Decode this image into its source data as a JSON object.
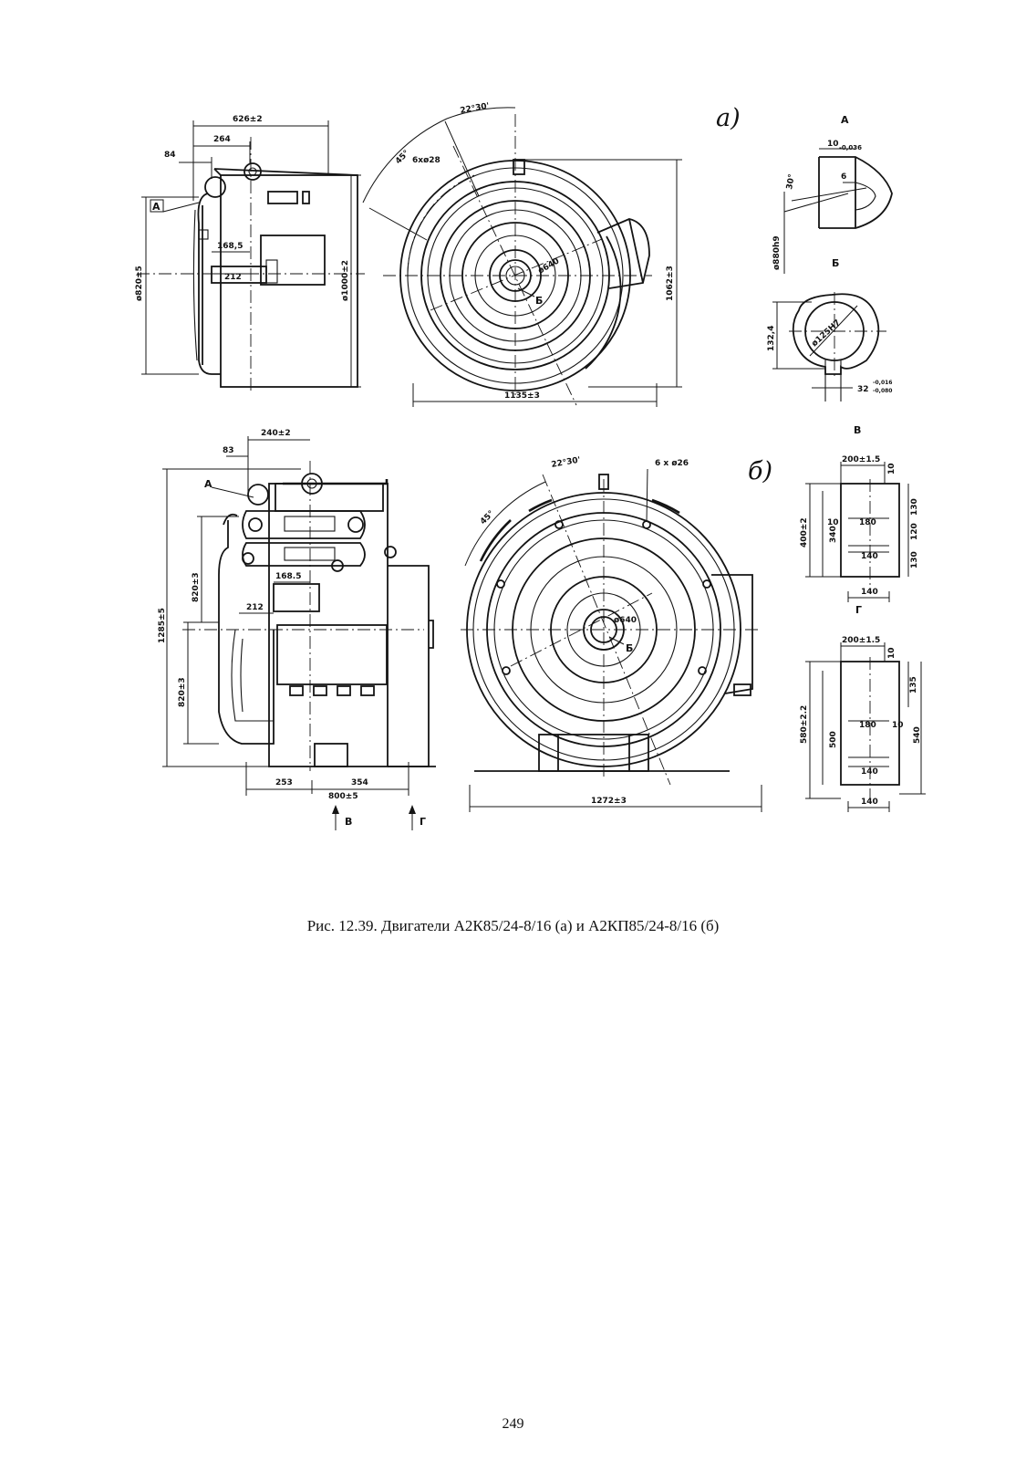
{
  "caption": "Рис. 12.39. Двигатели А2К85/24-8/16 (а) и А2КП85/24-8/16 (б)",
  "page_number": "249",
  "variant_labels": {
    "a": "а)",
    "b": "б)"
  },
  "view_labels": {
    "A": "А",
    "B": "Б",
    "V": "В",
    "G": "Г"
  },
  "dims_a": {
    "overall_length": "626±2",
    "d264": "264",
    "d84": "84",
    "d168_5": "168,5",
    "d212": "212",
    "dia_820": "ø820±5",
    "dia_1000": "ø1000±2",
    "angle_22": "22°30'",
    "angle_45": "45°",
    "holes": "6хø28",
    "dia_640": "ø640",
    "width_1135": "1135±3",
    "height_1062": "1062±3"
  },
  "detail_A": {
    "d10": "10",
    "d10_tol": "-0,036",
    "d6": "6",
    "angle": "30°",
    "dia": "ø880h9"
  },
  "detail_B": {
    "d132": "132,4",
    "dia": "ø125H7",
    "d32": "32",
    "d32_tol_top": "-0,016",
    "d32_tol_bot": "-0,080"
  },
  "dims_b": {
    "d240": "240±2",
    "d83": "83",
    "d168_5": "168.5",
    "d212": "212",
    "h1285": "1285±5",
    "h820_top": "820±3",
    "h820_bot": "820±3",
    "angle_22": "22°30'",
    "angle_45": "45°",
    "holes": "6 х ø26",
    "dia_640": "ø640",
    "d253": "253",
    "d354": "354",
    "d800": "800±5",
    "width_1272": "1272±3"
  },
  "detail_V": {
    "top": "200±1.5",
    "d10": "10",
    "d180": "180",
    "d10l": "10",
    "d340": "340",
    "d400": "400±2",
    "d140": "140",
    "d140b": "140",
    "d130a": "130",
    "d120": "120",
    "d130b": "130"
  },
  "detail_G": {
    "top": "200±1.5",
    "d10": "10",
    "d135": "135",
    "d180": "180",
    "d10r": "10",
    "d540": "540",
    "d580": "580±2.2",
    "d500": "500",
    "d140": "140",
    "d140b": "140"
  }
}
